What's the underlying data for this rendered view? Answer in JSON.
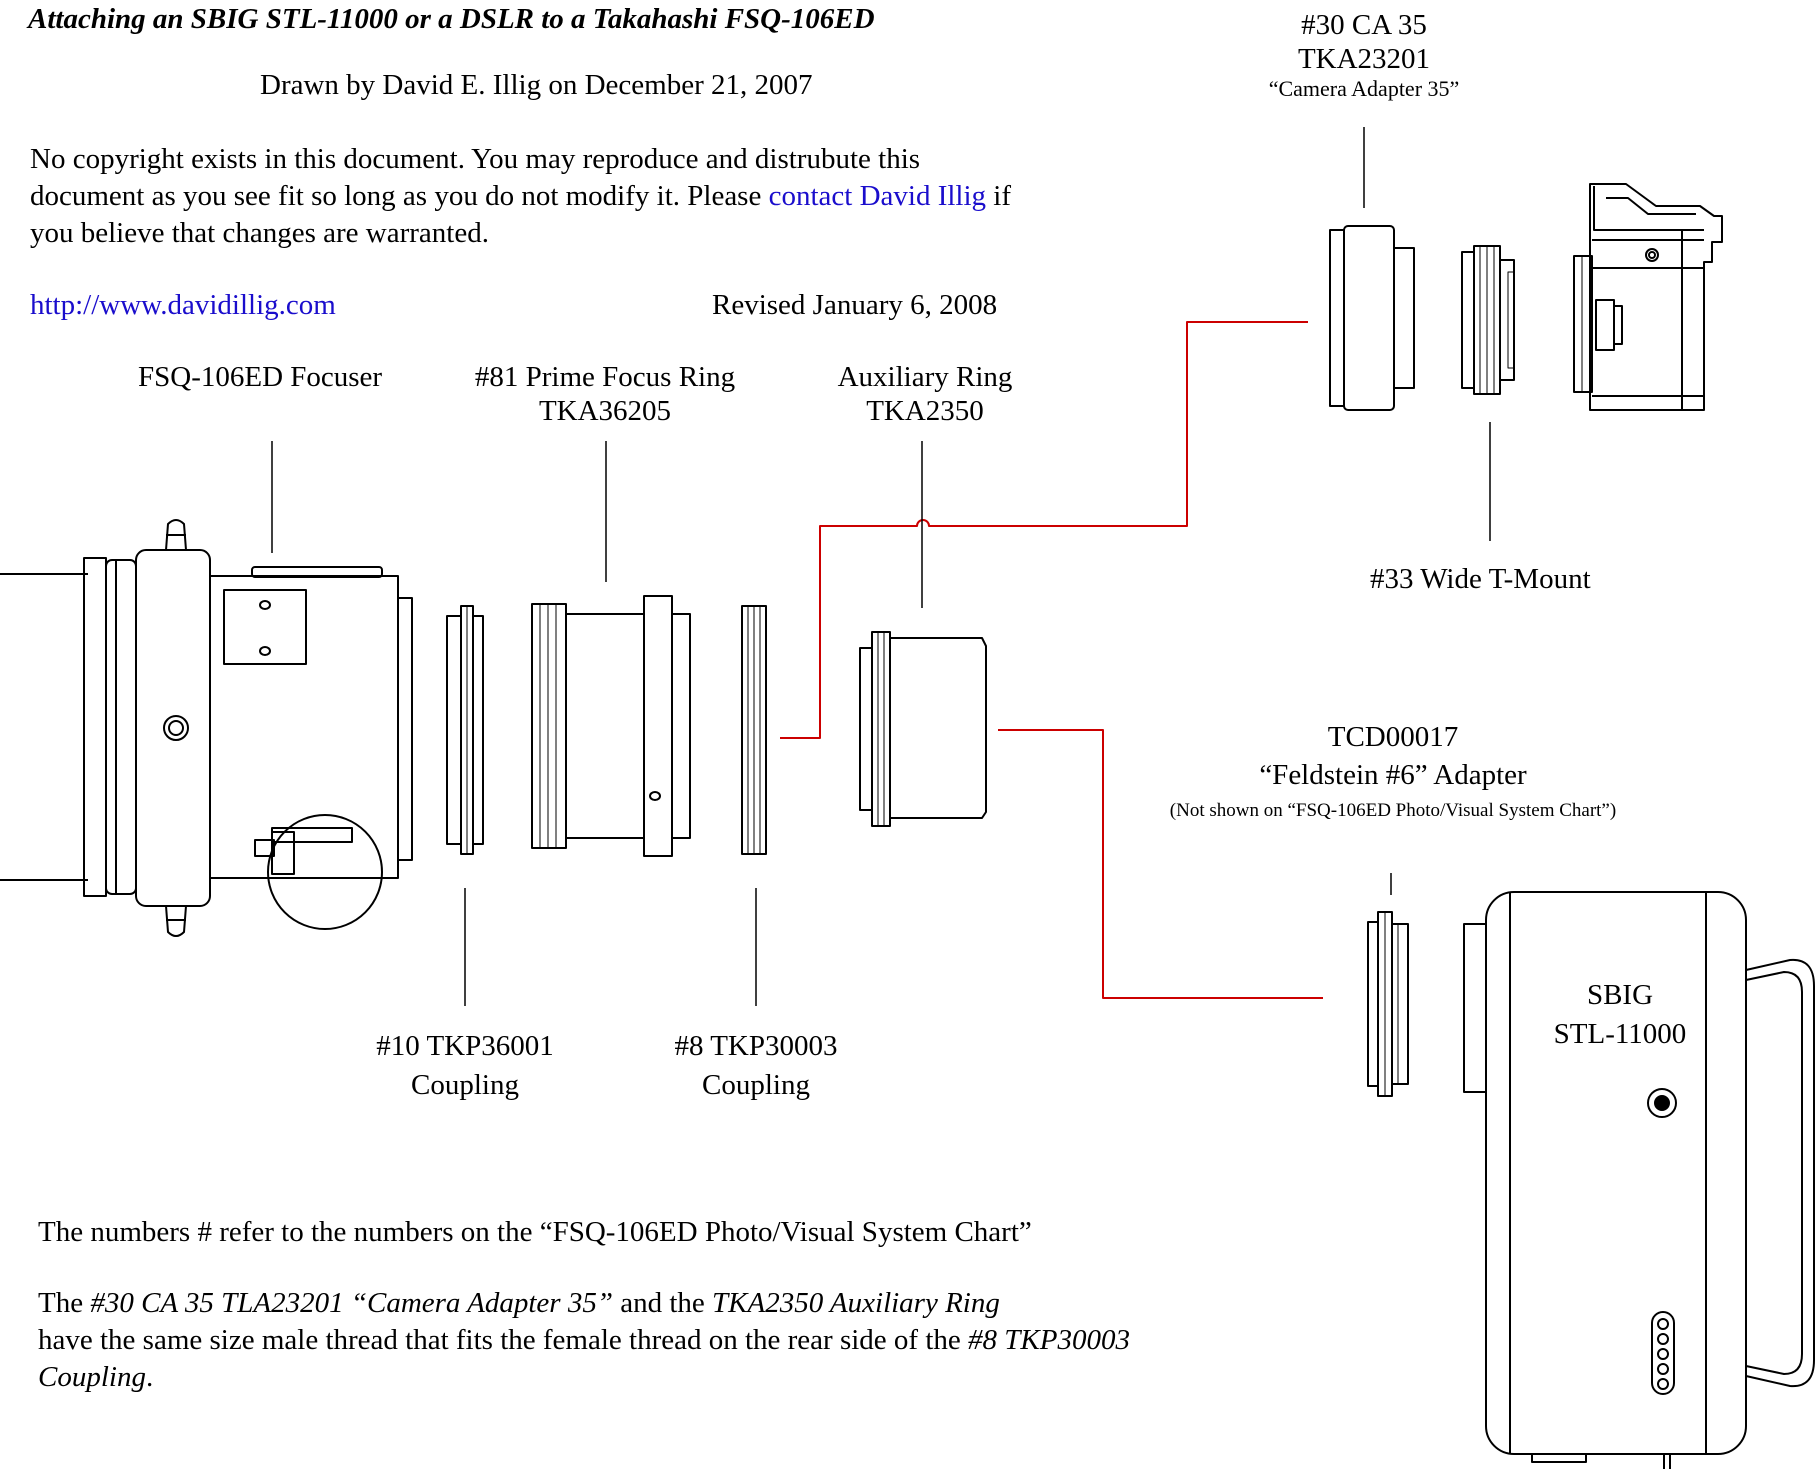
{
  "header": {
    "title": "Attaching an SBIG STL-11000 or a DSLR to a Takahashi FSQ-106ED",
    "byline": "Drawn by David E. Illig on December 21, 2007",
    "copyright_pre": "No copyright exists in this document. You may reproduce and distrubute this document as you see fit so long as you do not modify it.  Please ",
    "copyright_link": "contact David Illig",
    "copyright_post": " if you believe that changes are warranted.",
    "website": "http://www.davidillig.com",
    "revised": "Revised January 6, 2008"
  },
  "labels": {
    "focuser": "FSQ-106ED Focuser",
    "prime_ring_1": "#81 Prime Focus Ring",
    "prime_ring_2": "TKA36205",
    "aux_ring_1": "Auxiliary Ring",
    "aux_ring_2": "TKA2350",
    "ca35_1": "#30 CA 35",
    "ca35_2": "TKA23201",
    "ca35_3": "“Camera Adapter 35”",
    "tmount": "#33 Wide T-Mount",
    "coupling10_1": "#10 TKP36001",
    "coupling10_2": "Coupling",
    "coupling8_1": "#8 TKP30003",
    "coupling8_2": "Coupling",
    "feld_1": "TCD00017",
    "feld_2": "“Feldstein #6” Adapter",
    "feld_3": "(Not shown on “FSQ-106ED Photo/Visual System Chart”)",
    "camera_1": "SBIG",
    "camera_2": "STL-11000"
  },
  "notes": {
    "note1": "The numbers # refer to the numbers on the “FSQ-106ED Photo/Visual System Chart”",
    "note2_pre": "The ",
    "note2_em1": "#30 CA 35 TLA23201 “Camera Adapter 35”",
    "note2_mid1": " and the ",
    "note2_em2": "TKA2350 Auxiliary Ring",
    "note2_mid2": " have the same size male thread that fits the female thread on the rear side of the ",
    "note2_em3": "#8 TKP30003 Coupling",
    "note2_end": "."
  },
  "colors": {
    "link": "#1a0dcc",
    "connector": "#cc0000",
    "ink": "#000000"
  }
}
